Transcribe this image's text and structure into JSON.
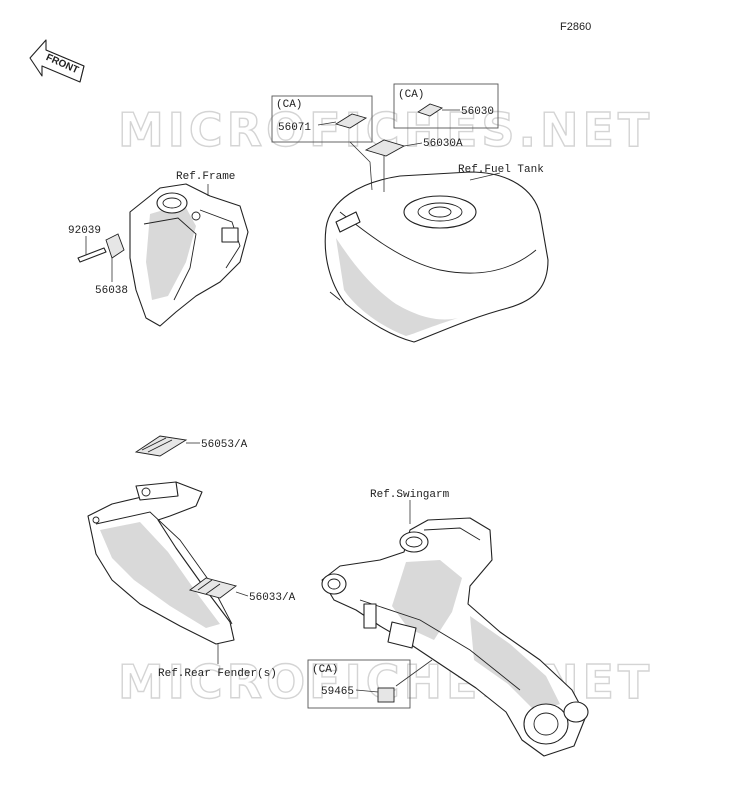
{
  "diagram_code": "F2860",
  "front_label": "FRONT",
  "watermark": "MICROFICHES.NET",
  "ca_label": "(CA)",
  "references": {
    "frame": "Ref.Frame",
    "fuel_tank": "Ref.Fuel Tank",
    "swingarm": "Ref.Swingarm",
    "rear_fender": "Ref.Rear Fender(s)"
  },
  "parts": {
    "p92039": "92039",
    "p56038": "56038",
    "p56071": "56071",
    "p56030": "56030",
    "p56030A": "56030A",
    "p56053A": "56053/A",
    "p56033A": "56033/A",
    "p59465": "59465"
  }
}
